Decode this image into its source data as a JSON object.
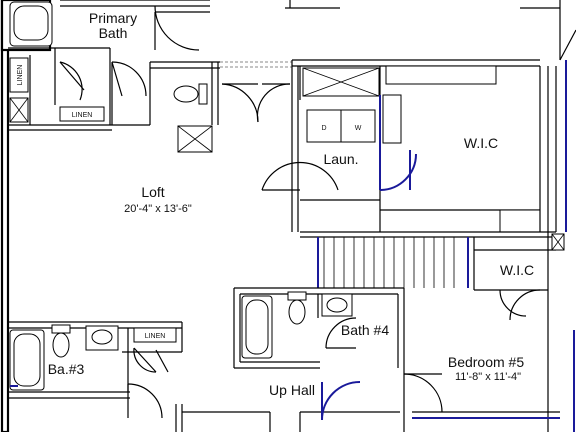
{
  "rooms": {
    "primary_bath": {
      "line1": "Primary",
      "line2": "Bath"
    },
    "loft": {
      "name": "Loft",
      "dims": "20'-4\" x 13'-6\""
    },
    "laundry": {
      "name": "Laun.",
      "washer": "W",
      "dryer": "D"
    },
    "wic_main": {
      "name": "W.I.C"
    },
    "wic_small": {
      "name": "W.I.C"
    },
    "bath3": {
      "name": "Ba.#3"
    },
    "bath4": {
      "name": "Bath #4"
    },
    "up_hall": {
      "name": "Up Hall"
    },
    "bedroom5": {
      "name": "Bedroom #5",
      "dims": "11'-8\" x 11'-4\""
    }
  },
  "labels": {
    "linen_vertical": "LINEN",
    "linen_upper": "LINEN",
    "linen_lower": "LINEN"
  }
}
